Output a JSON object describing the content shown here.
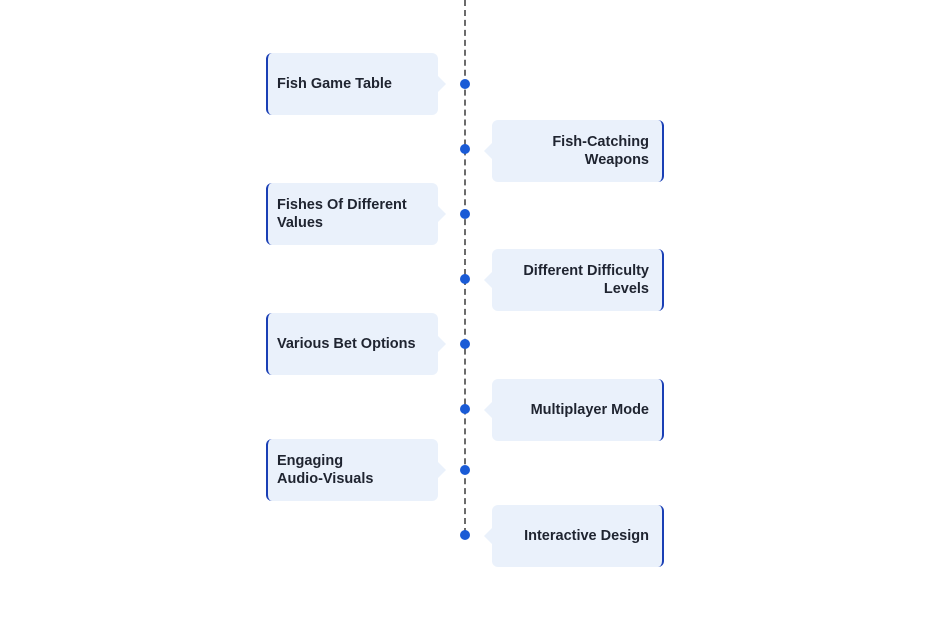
{
  "timeline": {
    "accent_color": "#1a5bd6",
    "card_background": "#eaf1fb",
    "items": [
      {
        "label": "Fish Game Table",
        "side": "left"
      },
      {
        "label": "Fish-Catching Weapons",
        "side": "right"
      },
      {
        "label": "Fishes Of Different Values",
        "side": "left"
      },
      {
        "label": "Different Difficulty Levels",
        "side": "right"
      },
      {
        "label": "Various Bet Options",
        "side": "left"
      },
      {
        "label": "Multiplayer Mode",
        "side": "right"
      },
      {
        "label": "Engaging Audio-Visuals",
        "side": "left"
      },
      {
        "label": "Interactive Design",
        "side": "right"
      }
    ]
  }
}
